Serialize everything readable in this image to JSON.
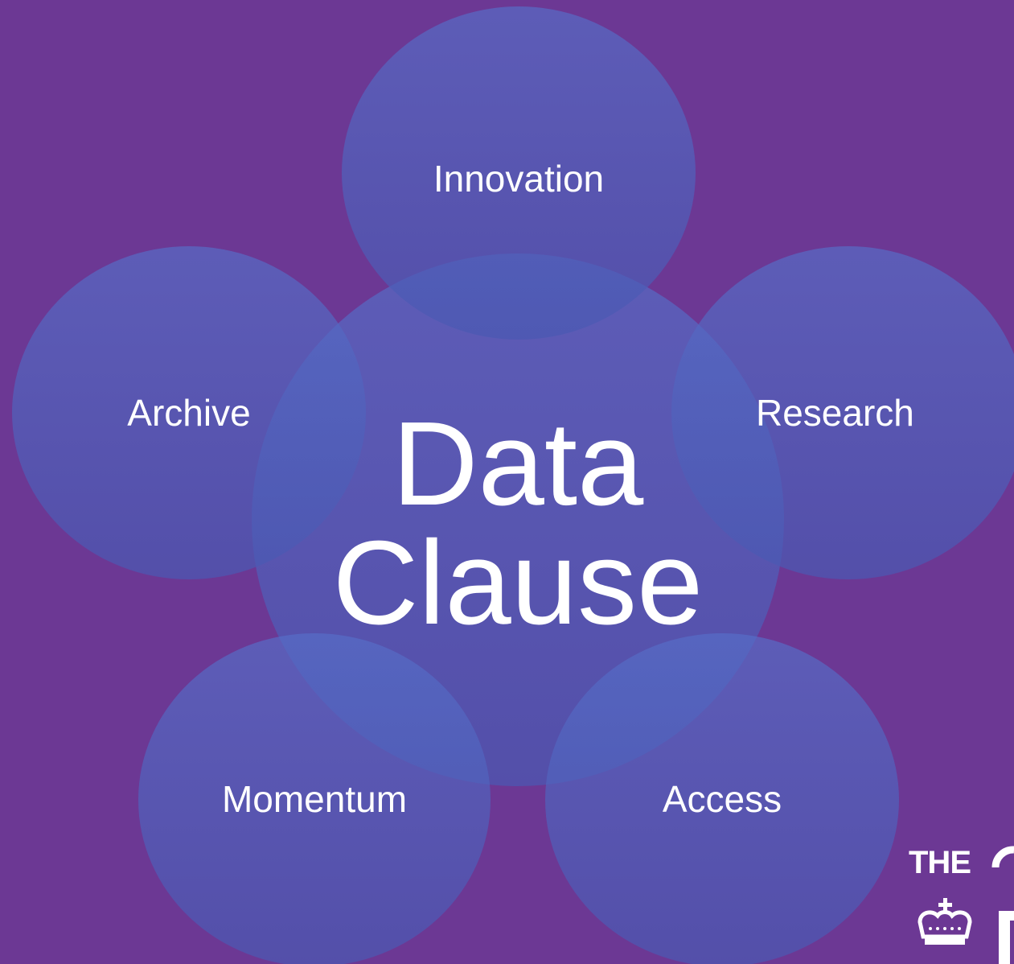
{
  "diagram": {
    "center_line1": "Data",
    "center_line2": "Clause",
    "nodes": {
      "top": "Innovation",
      "left": "Archive",
      "right": "Research",
      "bottom_left": "Momentum",
      "bottom_right": "Access"
    }
  },
  "logo": {
    "text": "THE"
  },
  "colors": {
    "background": "#6c3894",
    "circle": "#5667c8",
    "text": "#ffffff"
  }
}
